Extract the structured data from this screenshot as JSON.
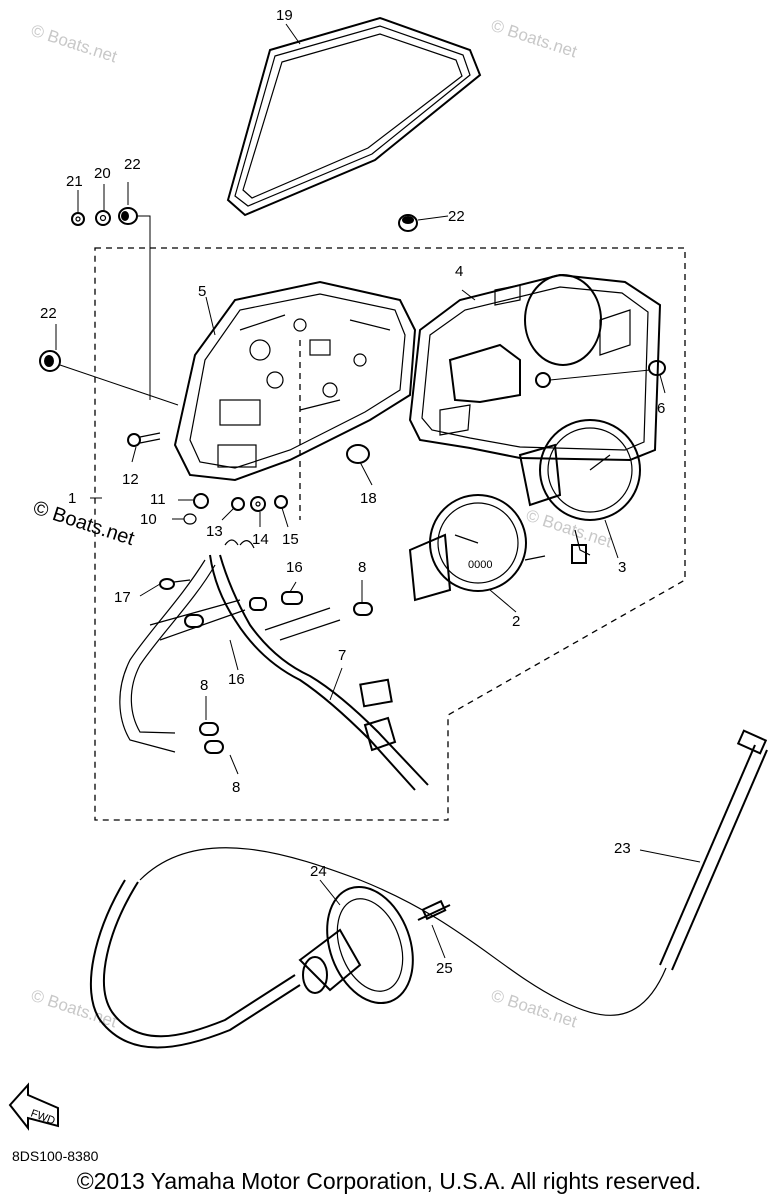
{
  "watermarks": {
    "tl": "© Boats.net",
    "tr": "© Boats.net",
    "ml": "© Boats.net",
    "mr": "© Boats.net",
    "bl": "© Boats.net",
    "br": "© Boats.net"
  },
  "fwd_label": "FWD",
  "diagram_code": "8DS100-8380",
  "copyright": "©2013 Yamaha Motor Corporation, U.S.A. All rights reserved.",
  "callouts": {
    "c1": "1",
    "c2": "2",
    "c3": "3",
    "c4": "4",
    "c5": "5",
    "c6": "6",
    "c7": "7",
    "c8a": "8",
    "c8b": "8",
    "c8c": "8",
    "c10": "10",
    "c11": "11",
    "c12": "12",
    "c13": "13",
    "c14": "14",
    "c15": "15",
    "c16a": "16",
    "c16b": "16",
    "c17": "17",
    "c18": "18",
    "c19": "19",
    "c20": "20",
    "c21": "21",
    "c22a": "22",
    "c22b": "22",
    "c22c": "22",
    "c23": "23",
    "c24": "24",
    "c25": "25"
  },
  "gauge_text": {
    "odometer": "0000"
  }
}
